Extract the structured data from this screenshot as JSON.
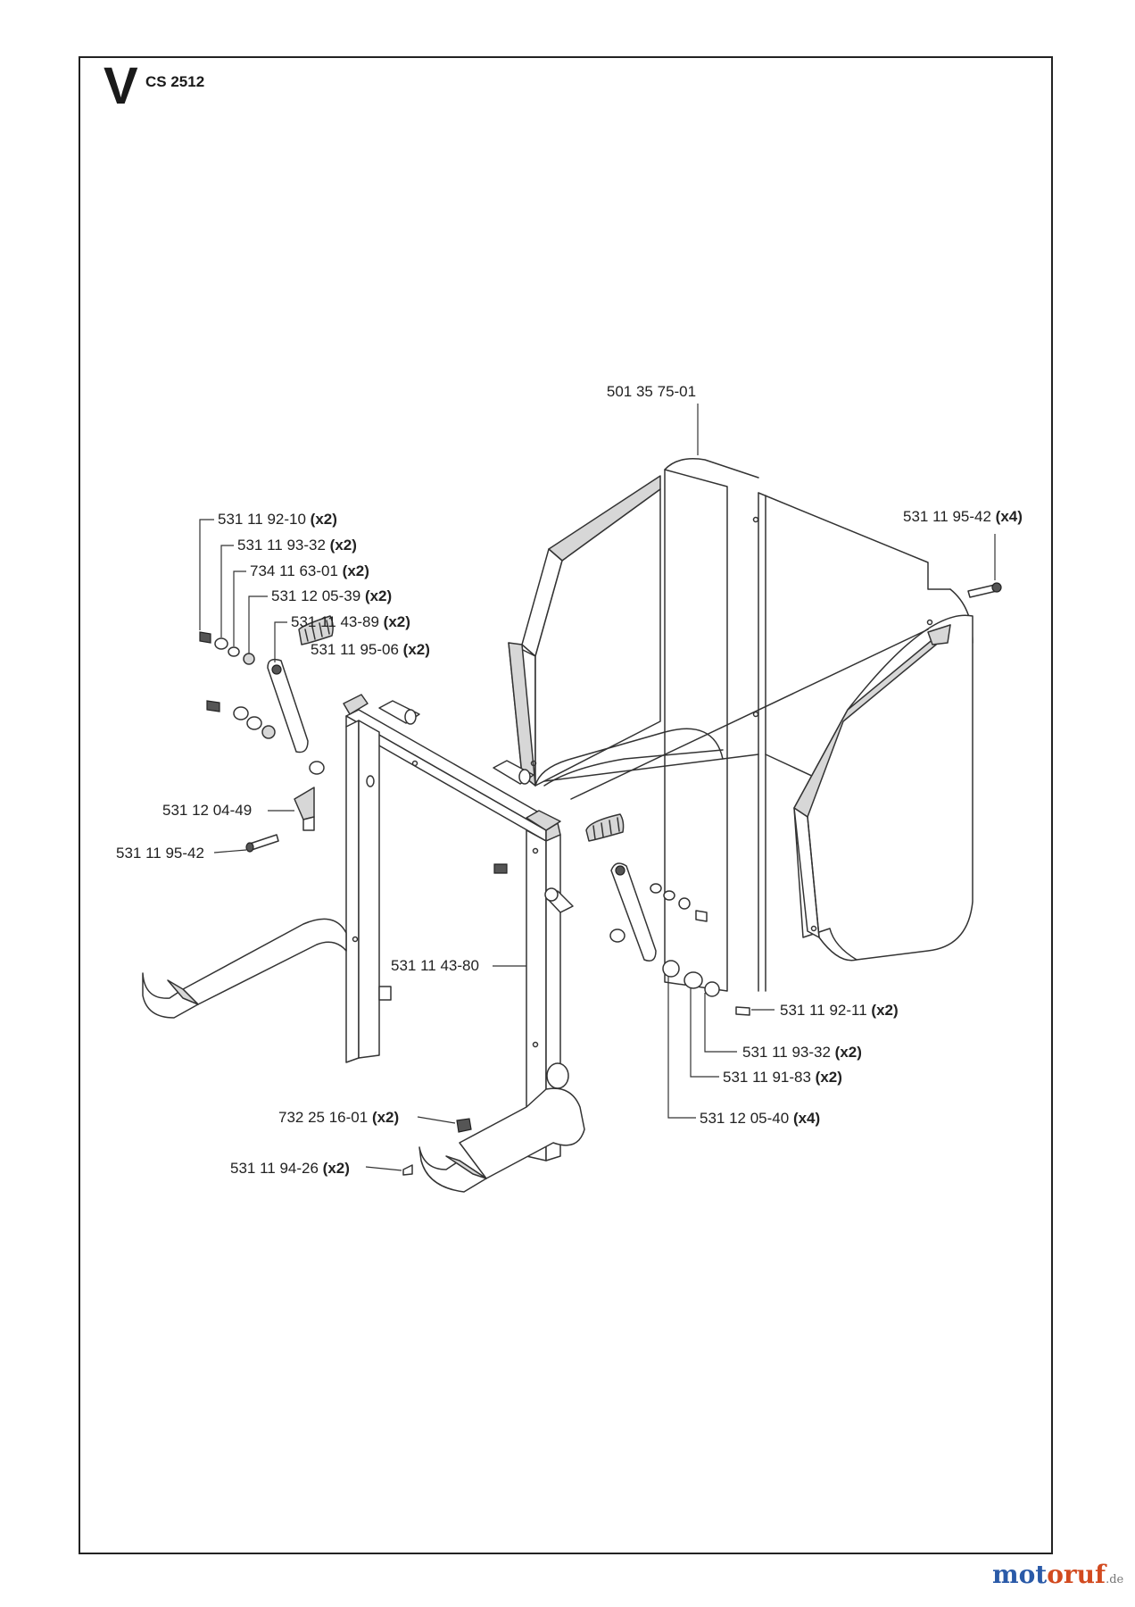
{
  "header": {
    "section_letter": "V",
    "model": "CS 2512"
  },
  "callouts": [
    {
      "id": "hopper",
      "part": "501 35 75-01",
      "qty": ""
    },
    {
      "id": "bolt-top-right",
      "part": "531 11 95-42",
      "qty": "(x4)"
    },
    {
      "id": "screw-top",
      "part": "531 11 92-10",
      "qty": "(x2)"
    },
    {
      "id": "washer-top",
      "part": "531 11 93-32",
      "qty": "(x2)"
    },
    {
      "id": "lockwasher-top",
      "part": "734 11 63-01",
      "qty": "(x2)"
    },
    {
      "id": "spacer-top",
      "part": "531 12 05-39",
      "qty": "(x2)"
    },
    {
      "id": "link-arm",
      "part": "531 11 43-89",
      "qty": "(x2)"
    },
    {
      "id": "spring",
      "part": "531 11 95-06",
      "qty": "(x2)"
    },
    {
      "id": "bracket",
      "part": "531 12 04-49",
      "qty": ""
    },
    {
      "id": "bolt-left",
      "part": "531 11 95-42",
      "qty": ""
    },
    {
      "id": "frame",
      "part": "531 11 43-80",
      "qty": ""
    },
    {
      "id": "screw-right",
      "part": "531 11 92-11",
      "qty": "(x2)"
    },
    {
      "id": "washer-right",
      "part": "531 11 93-32",
      "qty": "(x2)"
    },
    {
      "id": "washer-large",
      "part": "531 11 91-83",
      "qty": "(x2)"
    },
    {
      "id": "spacer-right",
      "part": "531 12 05-40",
      "qty": "(x4)"
    },
    {
      "id": "nut-bottom",
      "part": "732 25 16-01",
      "qty": "(x2)"
    },
    {
      "id": "screw-bottom",
      "part": "531 11 94-26",
      "qty": "(x2)"
    }
  ],
  "logo": {
    "part1": "mot",
    "part2": "oruf",
    "suffix": ".de"
  }
}
